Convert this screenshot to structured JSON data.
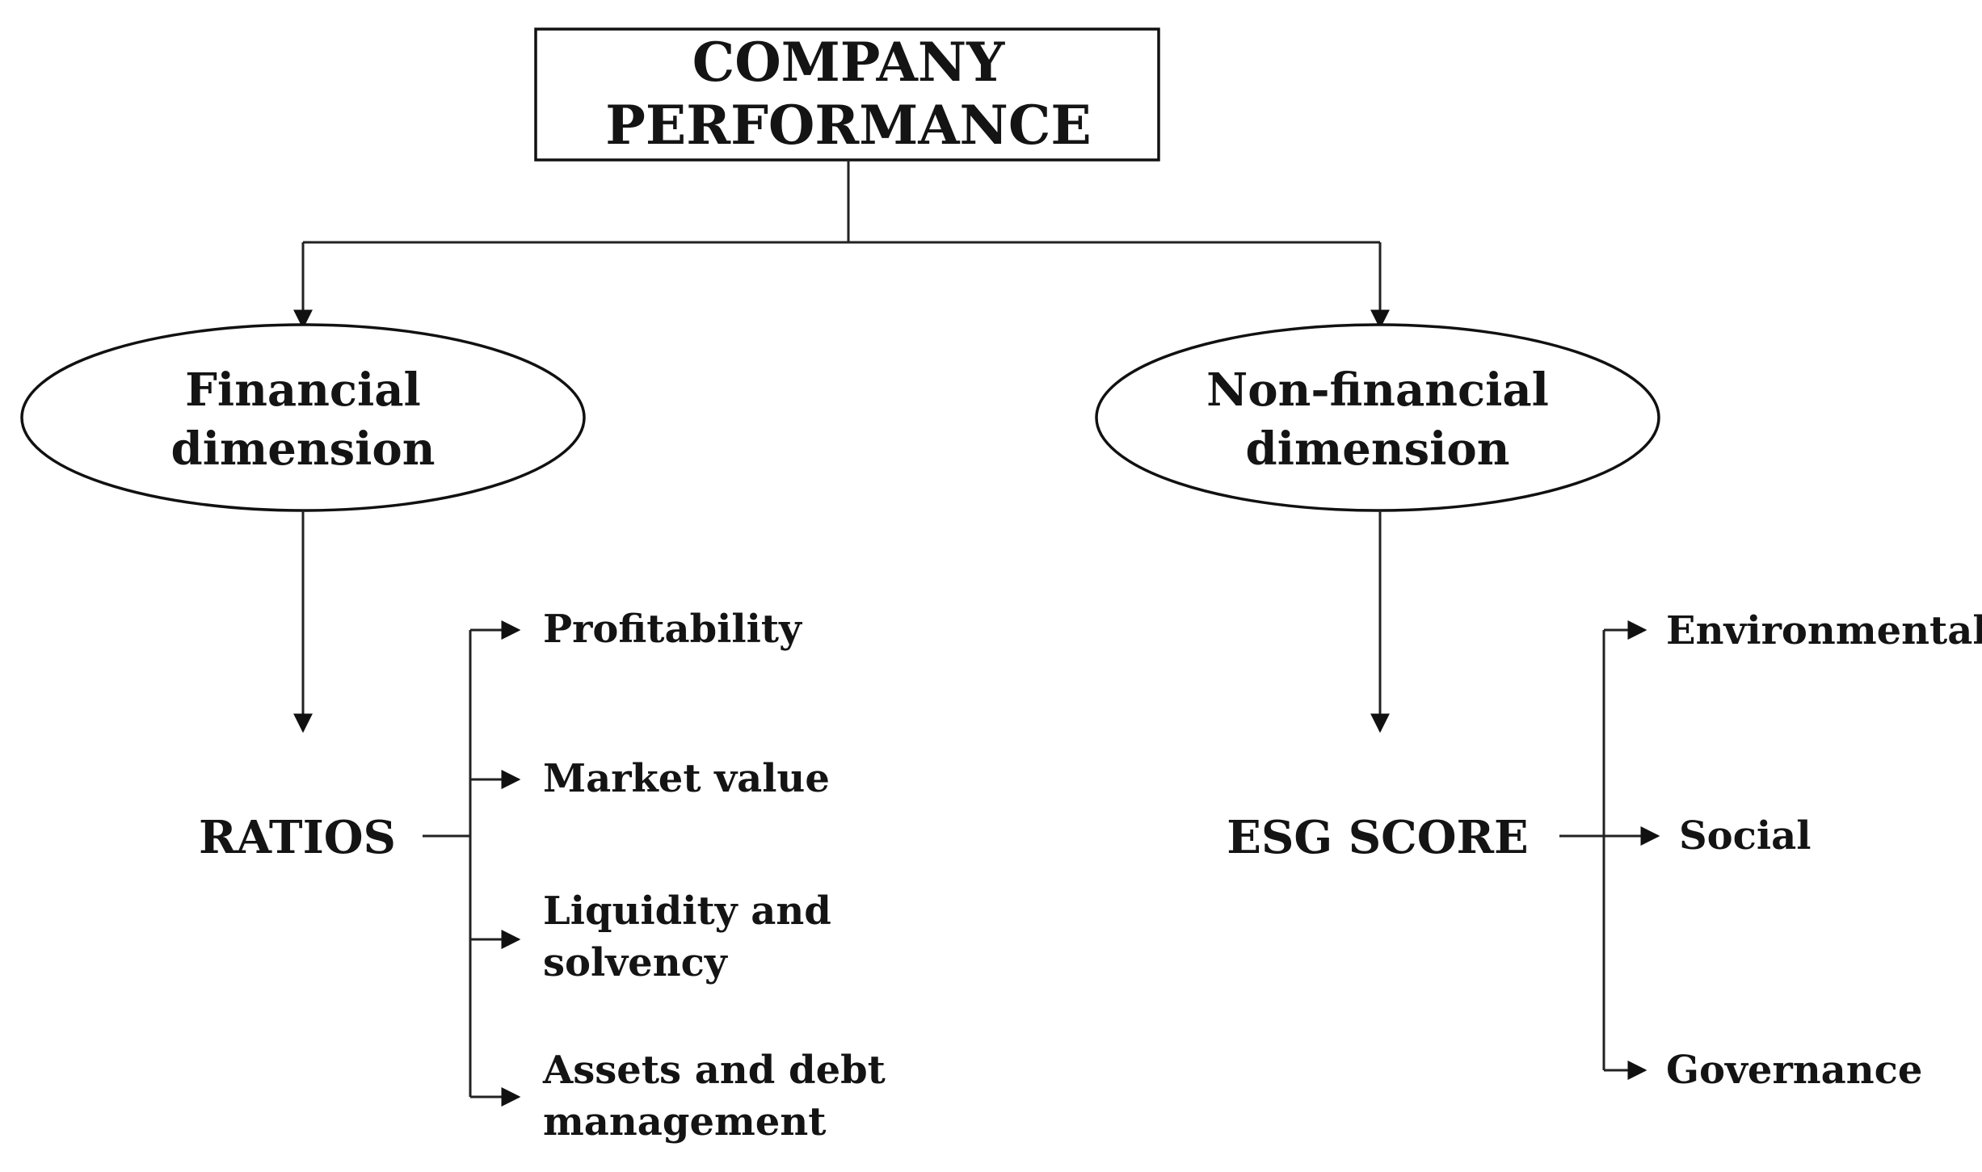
{
  "title": {
    "line1": "COMPANY",
    "line2": "PERFORMANCE"
  },
  "financial": {
    "line1": "Financial",
    "line2": "dimension",
    "node": "RATIOS",
    "items": [
      {
        "lines": [
          "Profitability"
        ]
      },
      {
        "lines": [
          "Market value"
        ]
      },
      {
        "lines": [
          "Liquidity and",
          "solvency"
        ]
      },
      {
        "lines": [
          "Assets and debt",
          "management"
        ]
      }
    ]
  },
  "non_financial": {
    "line1": "Non-financial",
    "line2": "dimension",
    "node": "ESG SCORE",
    "items": [
      {
        "lines": [
          "Environmental"
        ]
      },
      {
        "lines": [
          "Social"
        ]
      },
      {
        "lines": [
          "Governance"
        ]
      }
    ]
  },
  "colors": {
    "line": "#222222",
    "text": "#141414",
    "background": "#ffffff"
  }
}
